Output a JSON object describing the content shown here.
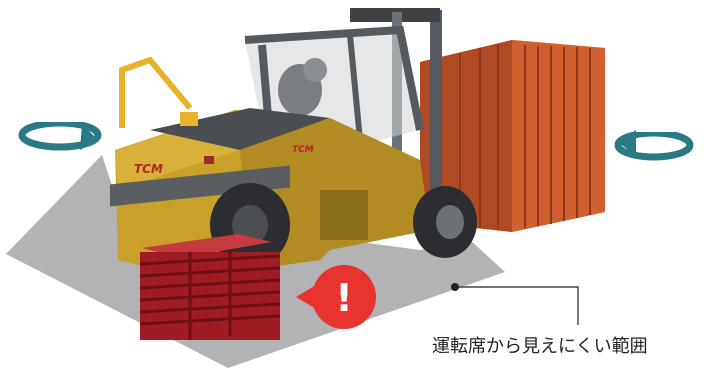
{
  "caption": {
    "text": "運転席から見えにくい範囲"
  },
  "forklift": {
    "brand_front": "TCM",
    "brand_side": "TCM"
  },
  "warning": {
    "symbol": "!"
  },
  "colors": {
    "blind_zone": "#b3b3b5",
    "forklift_body": "#c8a02a",
    "container": "#c8582a",
    "pallets": "#a01c24",
    "warning": "#e8342f",
    "rotate_arrow": "#2a7a86"
  },
  "icons": {
    "left_arrow": "rotate-arrow-icon",
    "right_arrow": "rotate-arrow-icon",
    "warning": "warning-icon"
  }
}
